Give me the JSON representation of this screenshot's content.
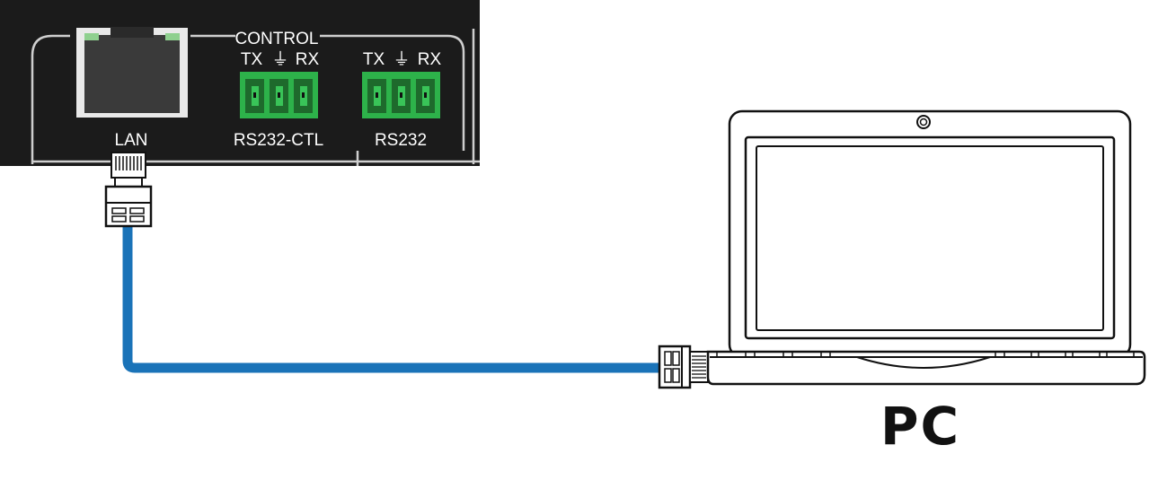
{
  "device_panel": {
    "group_label": "CONTROL",
    "ports": [
      {
        "name": "LAN"
      },
      {
        "name": "RS232-CTL",
        "pins": [
          "TX",
          "⏚",
          "RX"
        ]
      },
      {
        "name": "RS232",
        "pins": [
          "TX",
          "⏚",
          "RX"
        ]
      }
    ]
  },
  "devices": {
    "pc_label": "PC"
  },
  "colors": {
    "panel": "#1b1b1b",
    "panel_line": "#cfcfcf",
    "terminal_green": "#2db24a",
    "cable": "#1a73b8",
    "port_led": "#8fd08f"
  },
  "icons": [
    "rj45-port-icon",
    "phoenix-connector-icon",
    "rj45-plug-icon",
    "laptop-icon",
    "webcam-icon"
  ]
}
